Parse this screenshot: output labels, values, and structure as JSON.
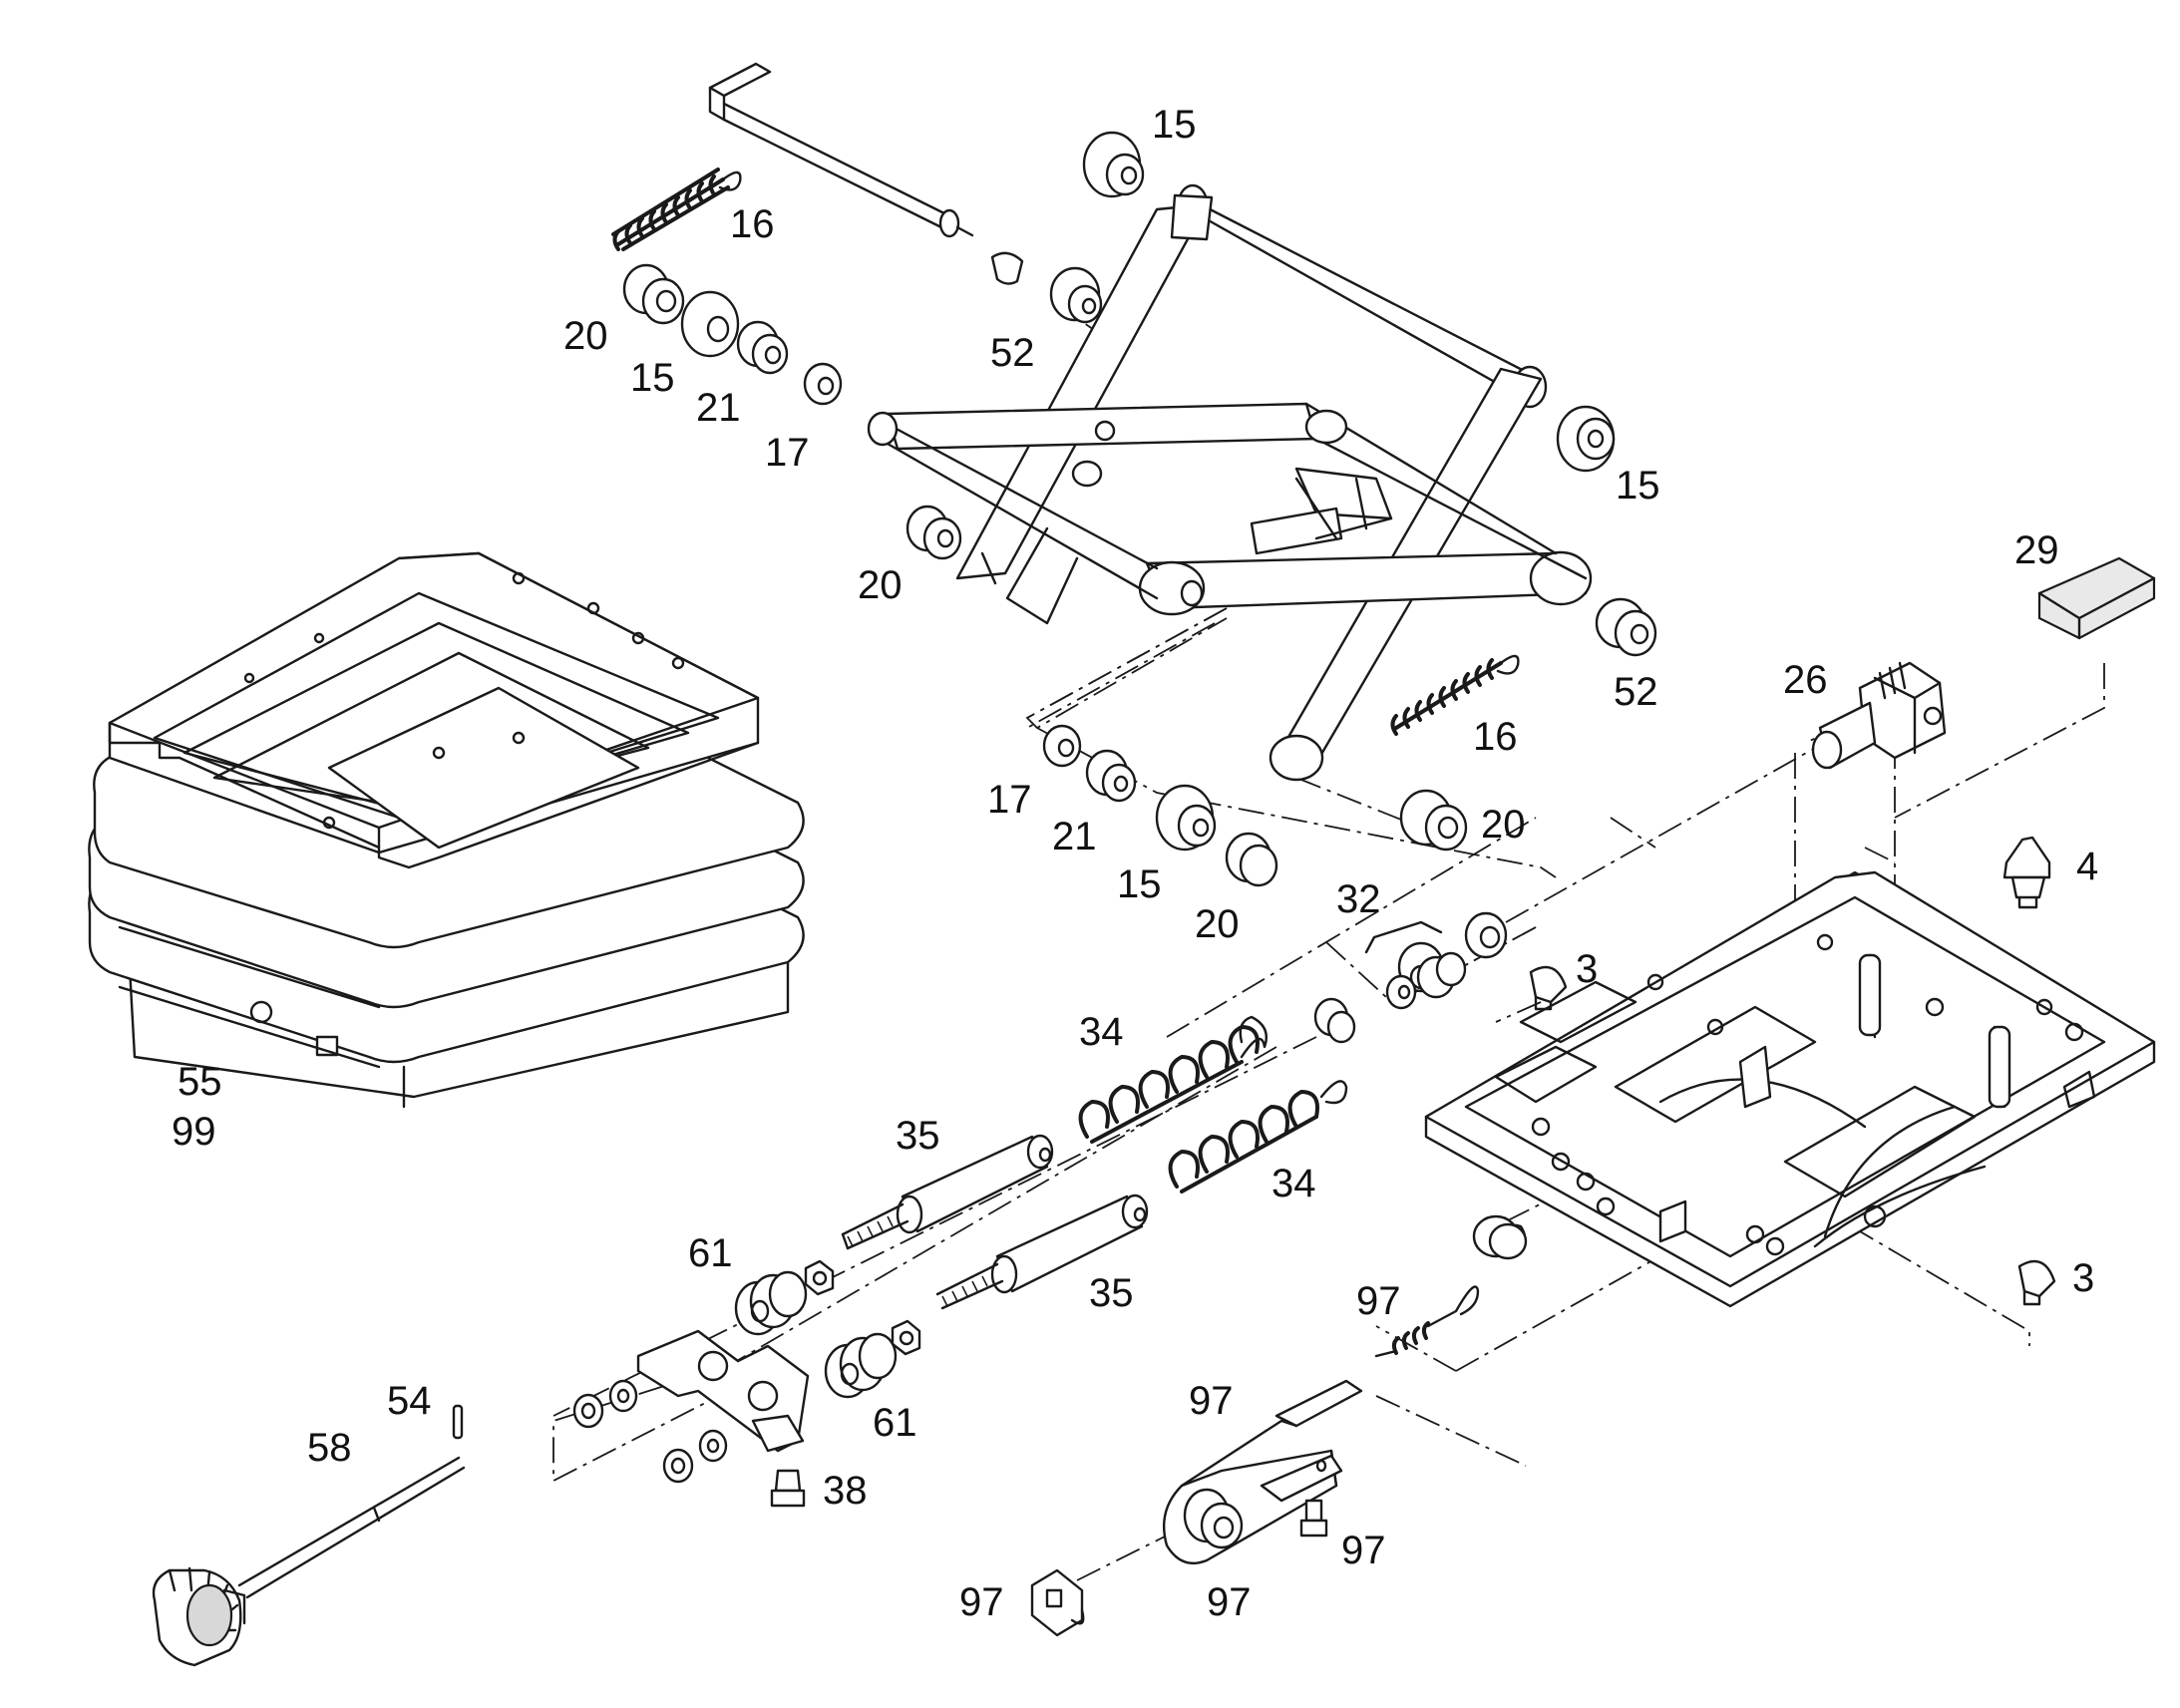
{
  "colors": {
    "line": "#1a1a1a",
    "background": "#ffffff",
    "part_fill": "#e9e9e9"
  },
  "labels": [
    {
      "text": "15"
    },
    {
      "text": "16"
    },
    {
      "text": "20"
    },
    {
      "text": "15"
    },
    {
      "text": "21"
    },
    {
      "text": "52"
    },
    {
      "text": "17"
    },
    {
      "text": "15"
    },
    {
      "text": "20"
    },
    {
      "text": "29"
    },
    {
      "text": "26"
    },
    {
      "text": "16"
    },
    {
      "text": "52"
    },
    {
      "text": "17"
    },
    {
      "text": "21"
    },
    {
      "text": "20"
    },
    {
      "text": "15"
    },
    {
      "text": "20"
    },
    {
      "text": "32"
    },
    {
      "text": "4"
    },
    {
      "text": "3"
    },
    {
      "text": "34"
    },
    {
      "text": "55"
    },
    {
      "text": "99"
    },
    {
      "text": "35"
    },
    {
      "text": "34"
    },
    {
      "text": "61"
    },
    {
      "text": "35"
    },
    {
      "text": "3"
    },
    {
      "text": "97"
    },
    {
      "text": "54"
    },
    {
      "text": "97"
    },
    {
      "text": "58"
    },
    {
      "text": "61"
    },
    {
      "text": "38"
    },
    {
      "text": "97"
    },
    {
      "text": "97"
    },
    {
      "text": "97"
    }
  ]
}
